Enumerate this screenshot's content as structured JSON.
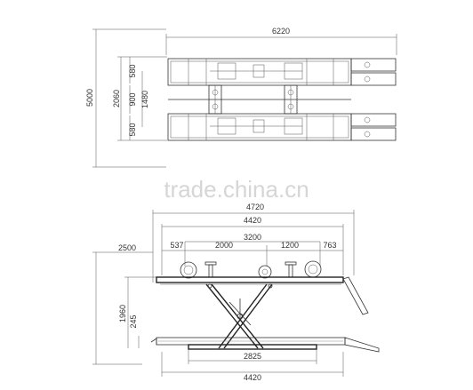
{
  "watermark": "trade.china.cn",
  "top_view": {
    "overall_length": "6220",
    "overall_width": "5000",
    "runway_width_top": "580",
    "runway_width_bottom": "580",
    "outer_width": "2060",
    "inner_gap": "900",
    "center_span": "1480"
  },
  "side_view": {
    "length_4720": "4720",
    "length_4420_top": "4420",
    "span_3200": "3200",
    "offset_537": "537",
    "span_2000": "2000",
    "span_1200": "1200",
    "offset_763": "763",
    "height_2500": "2500",
    "lift_height": "1960",
    "lowered_height": "245",
    "base_length": "2825",
    "length_4420_bottom": "4420"
  }
}
